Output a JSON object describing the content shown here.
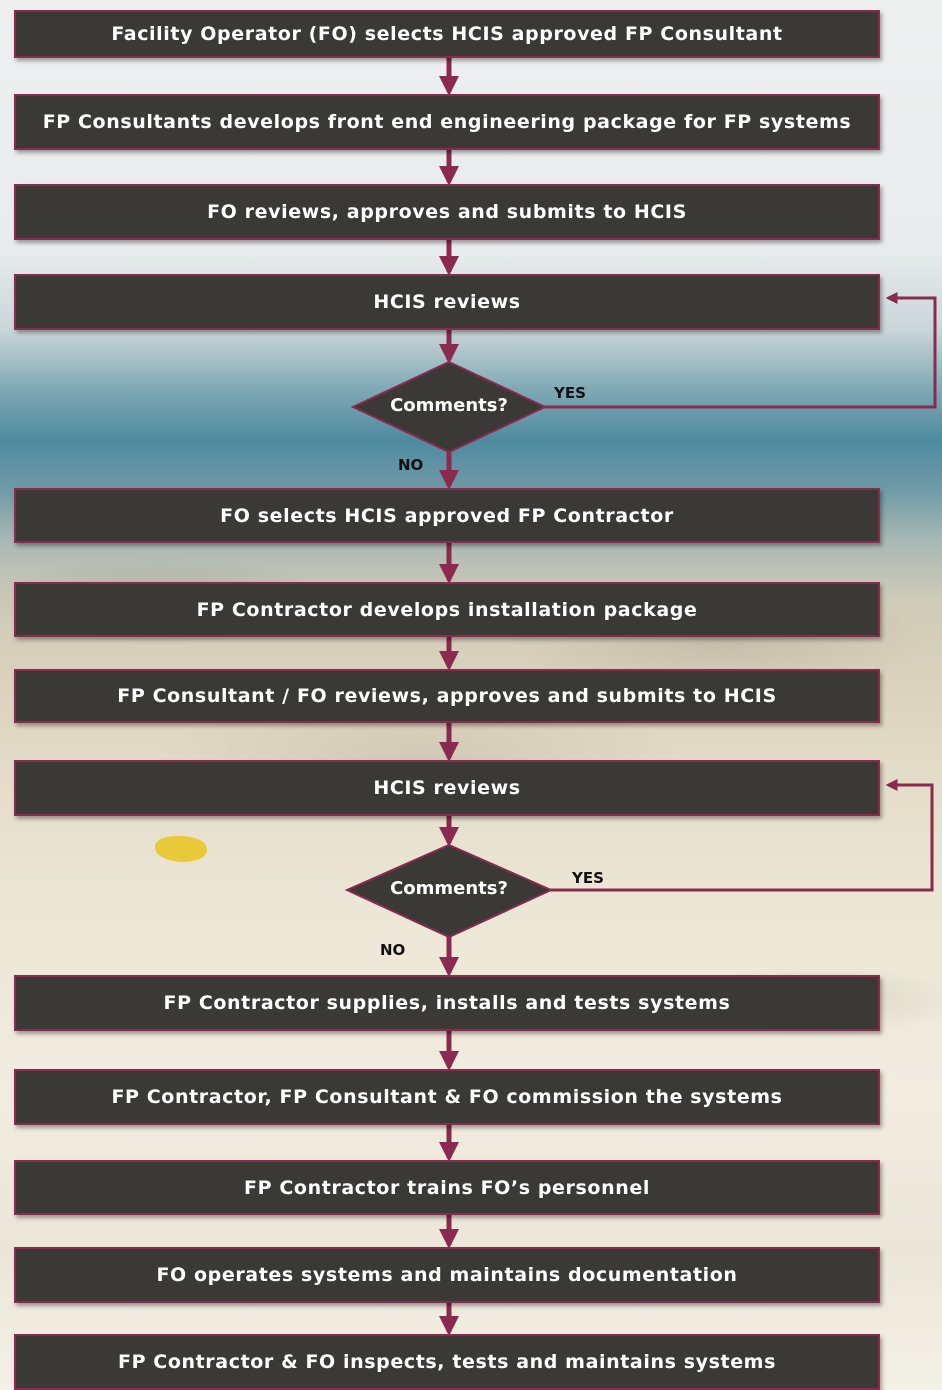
{
  "steps": [
    "Facility Operator (FO) selects HCIS approved FP Consultant",
    "FP Consultants develops front end engineering package for FP systems",
    "FO reviews, approves and submits to HCIS",
    "HCIS reviews",
    "FO selects HCIS approved FP Contractor",
    "FP Contractor develops installation package",
    "FP Consultant / FO reviews, approves and submits to HCIS",
    "HCIS reviews",
    "FP Contractor supplies, installs and tests systems",
    "FP Contractor, FP Consultant & FO commission the systems",
    "FP Contractor trains FO’s personnel",
    "FO operates systems and maintains documentation",
    "FP Contractor & FO inspects, tests and maintains systems"
  ],
  "decisions": [
    {
      "label": "Comments?",
      "yes": "YES",
      "no": "NO"
    },
    {
      "label": "Comments?",
      "yes": "YES",
      "no": "NO"
    }
  ],
  "colors": {
    "box_fill": "#3a3936",
    "box_border": "#8a2a4e",
    "arrow": "#8a2a4e",
    "text": "#ffffff"
  }
}
